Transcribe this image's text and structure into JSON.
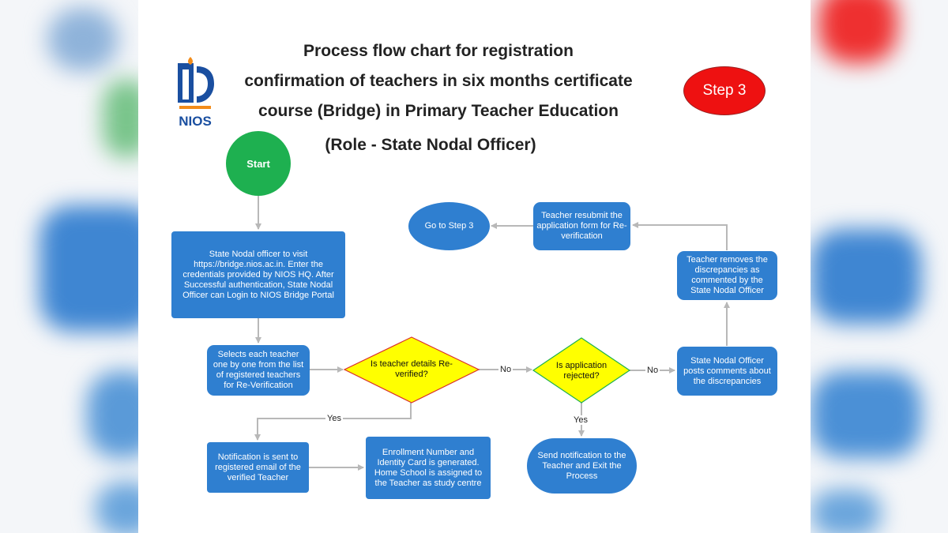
{
  "title_lines": [
    "Process flow chart for registration",
    "confirmation of teachers in six months certificate",
    "course  (Bridge) in Primary Teacher Education"
  ],
  "subtitle": "(Role - State Nodal Officer)",
  "logo_text": "NIOS",
  "step_badge": "Step 3",
  "nodes": {
    "start": "Start",
    "visit_portal": "State Nodal officer to visit https://bridge.nios.ac.in. Enter the credentials provided by NIOS HQ. After Successful authentication, State Nodal Officer can Login to NIOS Bridge Portal",
    "select_teacher": "Selects each teacher one by one from the list of registered teachers for Re-Verification",
    "decision_reverified": "Is teacher details Re-verified?",
    "decision_rejected": "Is application rejected?",
    "post_comments": "State Nodal Officer posts comments about the discrepancies",
    "remove_discrepancies": "Teacher removes the discrepancies as commented by the State Nodal Officer",
    "resubmit": "Teacher resubmit the application form for Re-verification",
    "go_step3": "Go to Step 3",
    "notify_email": "Notification is sent to registered email of the verified Teacher",
    "enrollment": "Enrollment Number and Identity Card is generated. Home School is assigned to the Teacher as study centre",
    "send_notification": "Send notification to the Teacher and Exit the Process"
  },
  "edge_labels": {
    "no_1": "No",
    "no_2": "No",
    "yes_1": "Yes",
    "yes_2": "Yes"
  },
  "colors": {
    "node_blue": "#2f7fd0",
    "start_green": "#1eb050",
    "decision_yellow": "#ffff00",
    "decision_border_red": "#d9302c",
    "decision_border_green": "#1eb050",
    "badge_red": "#ee1111",
    "connector": "#b8b8b8"
  }
}
